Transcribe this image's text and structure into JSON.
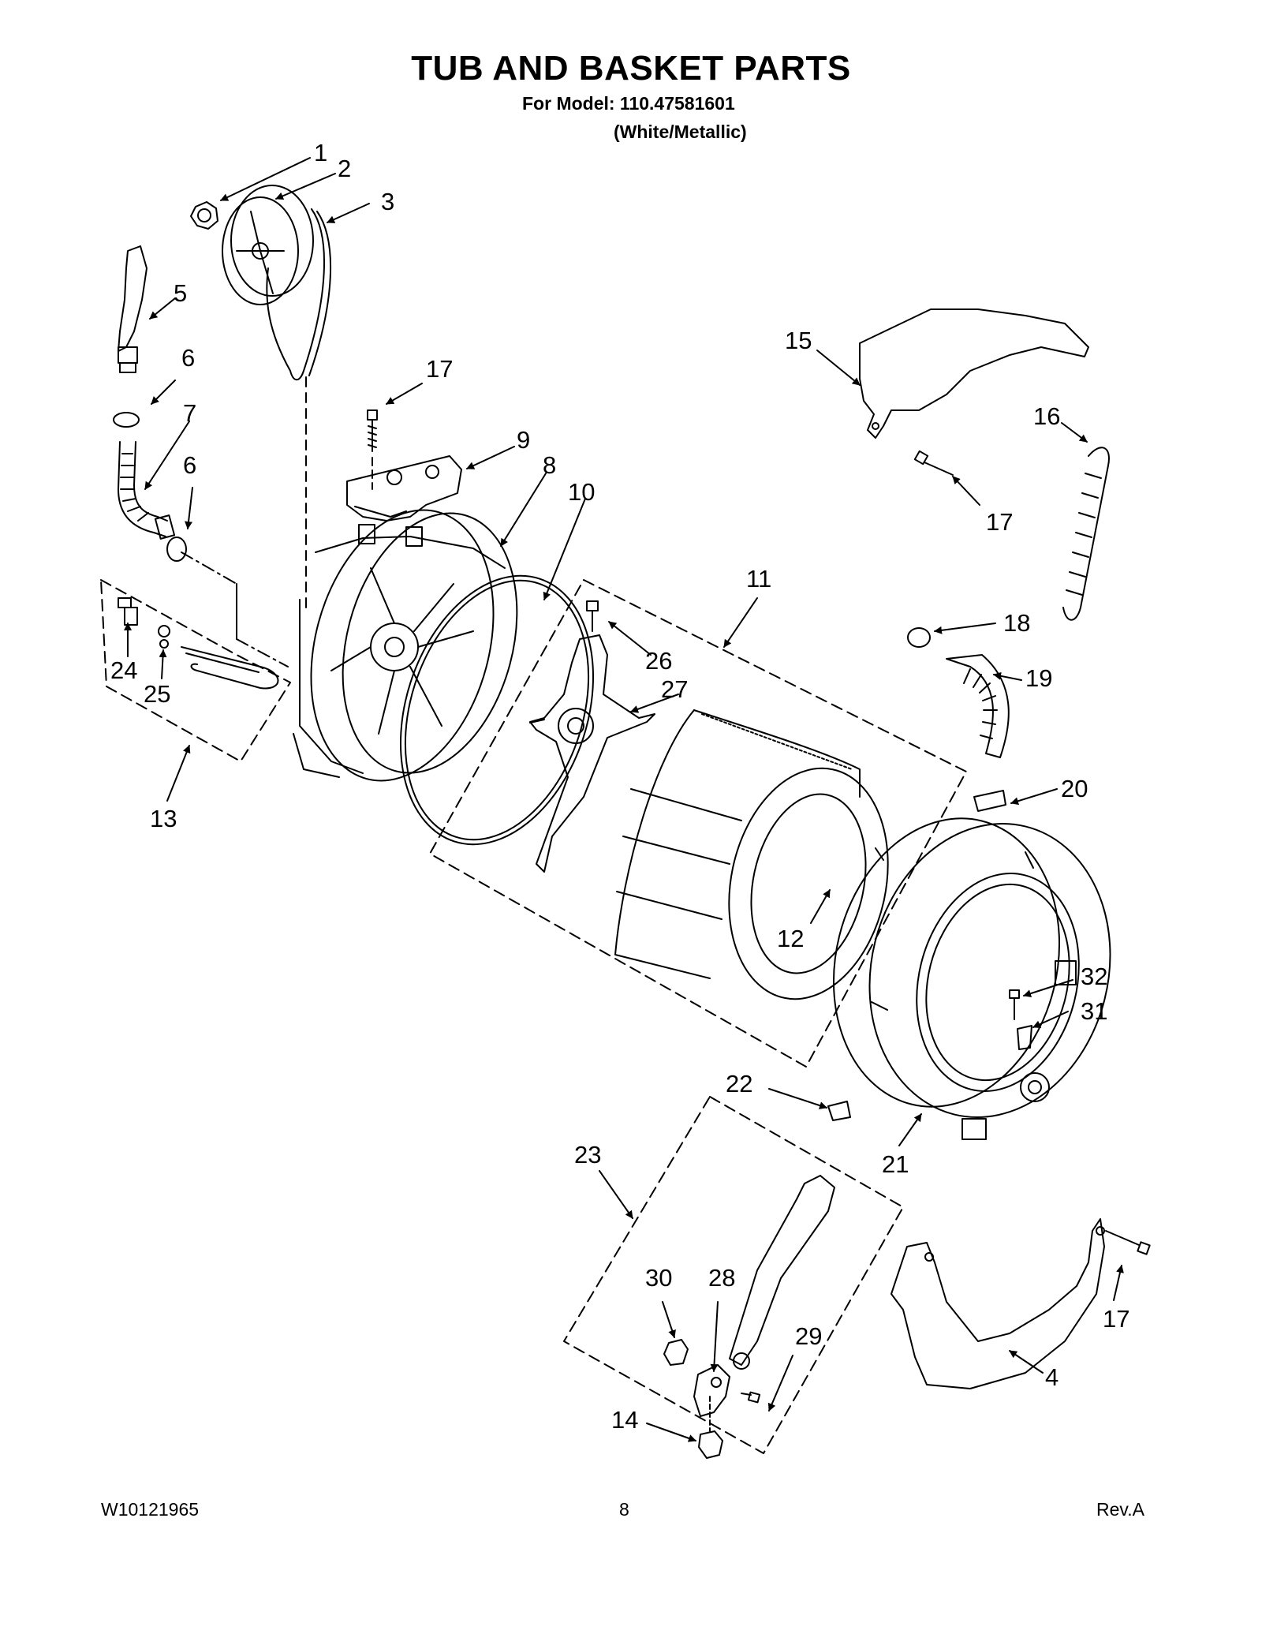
{
  "header": {
    "title": "TUB AND BASKET PARTS",
    "model_line": "For Model: 110.47581601",
    "color_line": "(White/Metallic)"
  },
  "footer": {
    "doc_number": "W10121965",
    "page_number": "8",
    "revision": "Rev.A"
  },
  "callouts": [
    {
      "id": "1",
      "text": "1"
    },
    {
      "id": "2",
      "text": "2"
    },
    {
      "id": "3",
      "text": "3"
    },
    {
      "id": "5",
      "text": "5"
    },
    {
      "id": "6a",
      "text": "6"
    },
    {
      "id": "7",
      "text": "7"
    },
    {
      "id": "6b",
      "text": "6"
    },
    {
      "id": "17a",
      "text": "17"
    },
    {
      "id": "9",
      "text": "9"
    },
    {
      "id": "8",
      "text": "8"
    },
    {
      "id": "10",
      "text": "10"
    },
    {
      "id": "11",
      "text": "11"
    },
    {
      "id": "26",
      "text": "26"
    },
    {
      "id": "27",
      "text": "27"
    },
    {
      "id": "24",
      "text": "24"
    },
    {
      "id": "25",
      "text": "25"
    },
    {
      "id": "13",
      "text": "13"
    },
    {
      "id": "15",
      "text": "15"
    },
    {
      "id": "16",
      "text": "16"
    },
    {
      "id": "17b",
      "text": "17"
    },
    {
      "id": "18",
      "text": "18"
    },
    {
      "id": "19",
      "text": "19"
    },
    {
      "id": "20",
      "text": "20"
    },
    {
      "id": "12",
      "text": "12"
    },
    {
      "id": "32",
      "text": "32"
    },
    {
      "id": "31",
      "text": "31"
    },
    {
      "id": "22",
      "text": "22"
    },
    {
      "id": "21",
      "text": "21"
    },
    {
      "id": "23",
      "text": "23"
    },
    {
      "id": "30",
      "text": "30"
    },
    {
      "id": "28",
      "text": "28"
    },
    {
      "id": "29",
      "text": "29"
    },
    {
      "id": "17c",
      "text": "17"
    },
    {
      "id": "4",
      "text": "4"
    },
    {
      "id": "14",
      "text": "14"
    }
  ]
}
